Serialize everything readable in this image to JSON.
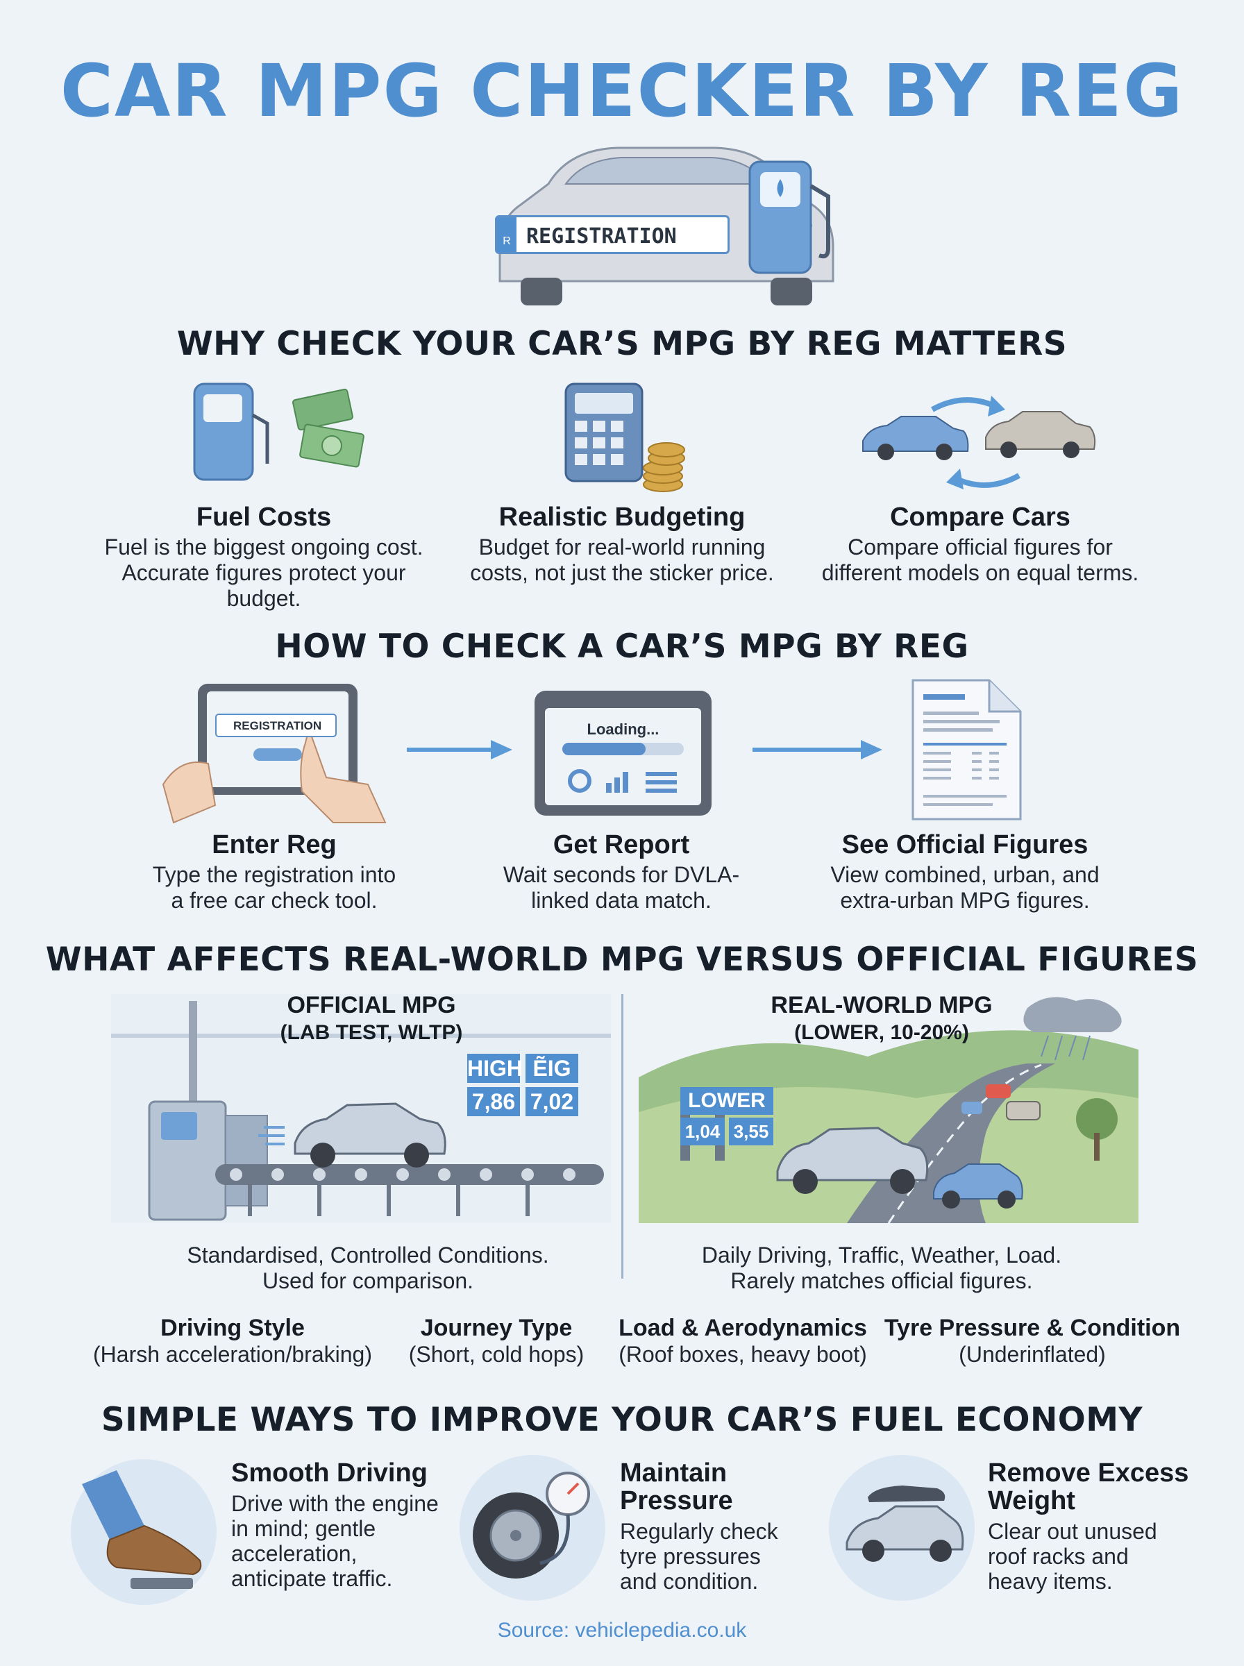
{
  "title": "CAR MPG CHECKER BY REG",
  "hero": {
    "plate_text": "REGISTRATION",
    "plate_badge": "R"
  },
  "why": {
    "heading": "WHY CHECK YOUR CAR’S MPG BY REG MATTERS",
    "items": [
      {
        "title": "Fuel Costs",
        "lines": [
          "Fuel is the biggest ongoing cost.",
          "Accurate figures protect your",
          "budget."
        ],
        "icon": "fuel-pump-money-icon"
      },
      {
        "title": "Realistic Budgeting",
        "lines": [
          "Budget for real-world running",
          "costs, not just the sticker price."
        ],
        "icon": "calculator-coins-icon"
      },
      {
        "title": "Compare Cars",
        "lines": [
          "Compare official figures for",
          "different models on equal terms."
        ],
        "icon": "compare-cars-icon"
      }
    ]
  },
  "how": {
    "heading": "HOW TO CHECK A CAR’S MPG BY REG",
    "tablet_plate": "REGISTRATION",
    "loading_text": "Loading...",
    "steps": [
      {
        "title": "Enter Reg",
        "lines": [
          "Type the registration into",
          "a free car check tool."
        ],
        "icon": "tablet-hands-icon"
      },
      {
        "title": "Get Report",
        "lines": [
          "Wait seconds for DVLA-",
          "linked data match."
        ],
        "icon": "tablet-loading-icon"
      },
      {
        "title": "See Official Figures",
        "lines": [
          "View combined, urban, and",
          "extra-urban MPG figures."
        ],
        "icon": "report-document-icon"
      }
    ]
  },
  "affects": {
    "heading": "WHAT AFFECTS REAL-WORLD MPG VERSUS OFFICIAL FIGURES",
    "official": {
      "title_1": "OFFICIAL MPG",
      "title_2": "(LAB TEST, WLTP)",
      "sign_top_1": "HIGH",
      "sign_top_2": "ẼIG",
      "sign_val_1": "7,86",
      "sign_val_2": "7,02",
      "lines": [
        "Standardised, Controlled Conditions.",
        "Used for comparison."
      ]
    },
    "real": {
      "title_1": "REAL-WORLD MPG",
      "title_2": "(LOWER, 10-20%)",
      "sign_top": "LOWER",
      "sign_val_1": "1,04",
      "sign_val_2": "3,55",
      "lines": [
        "Daily Driving, Traffic, Weather, Load.",
        "Rarely matches official figures."
      ]
    },
    "factors": [
      {
        "title": "Driving Style",
        "desc": "(Harsh acceleration/braking)"
      },
      {
        "title": "Journey Type",
        "desc": "(Short, cold hops)"
      },
      {
        "title": "Load & Aerodynamics",
        "desc": "(Roof boxes, heavy boot)"
      },
      {
        "title": "Tyre Pressure & Condition",
        "desc": "(Underinflated)"
      }
    ]
  },
  "improve": {
    "heading": "SIMPLE WAYS TO IMPROVE YOUR CAR’S FUEL ECONOMY",
    "tips": [
      {
        "title_lines": [
          "Smooth Driving"
        ],
        "lines": [
          "Drive with the engine",
          "in mind; gentle",
          "acceleration,",
          "anticipate traffic."
        ],
        "icon": "foot-pedal-icon"
      },
      {
        "title_lines": [
          "Maintain",
          "Pressure"
        ],
        "lines": [
          "Regularly check",
          "tyre pressures",
          "and condition."
        ],
        "icon": "tyre-gauge-icon"
      },
      {
        "title_lines": [
          "Remove Excess",
          "Weight"
        ],
        "lines": [
          "Clear out unused",
          "roof racks and",
          "heavy items."
        ],
        "icon": "car-roofbox-icon"
      }
    ]
  },
  "source": "Source: vehiclepedia.co.uk",
  "colors": {
    "accent": "#4f8fd0",
    "text": "#17202a",
    "background": "#eef3f8"
  }
}
